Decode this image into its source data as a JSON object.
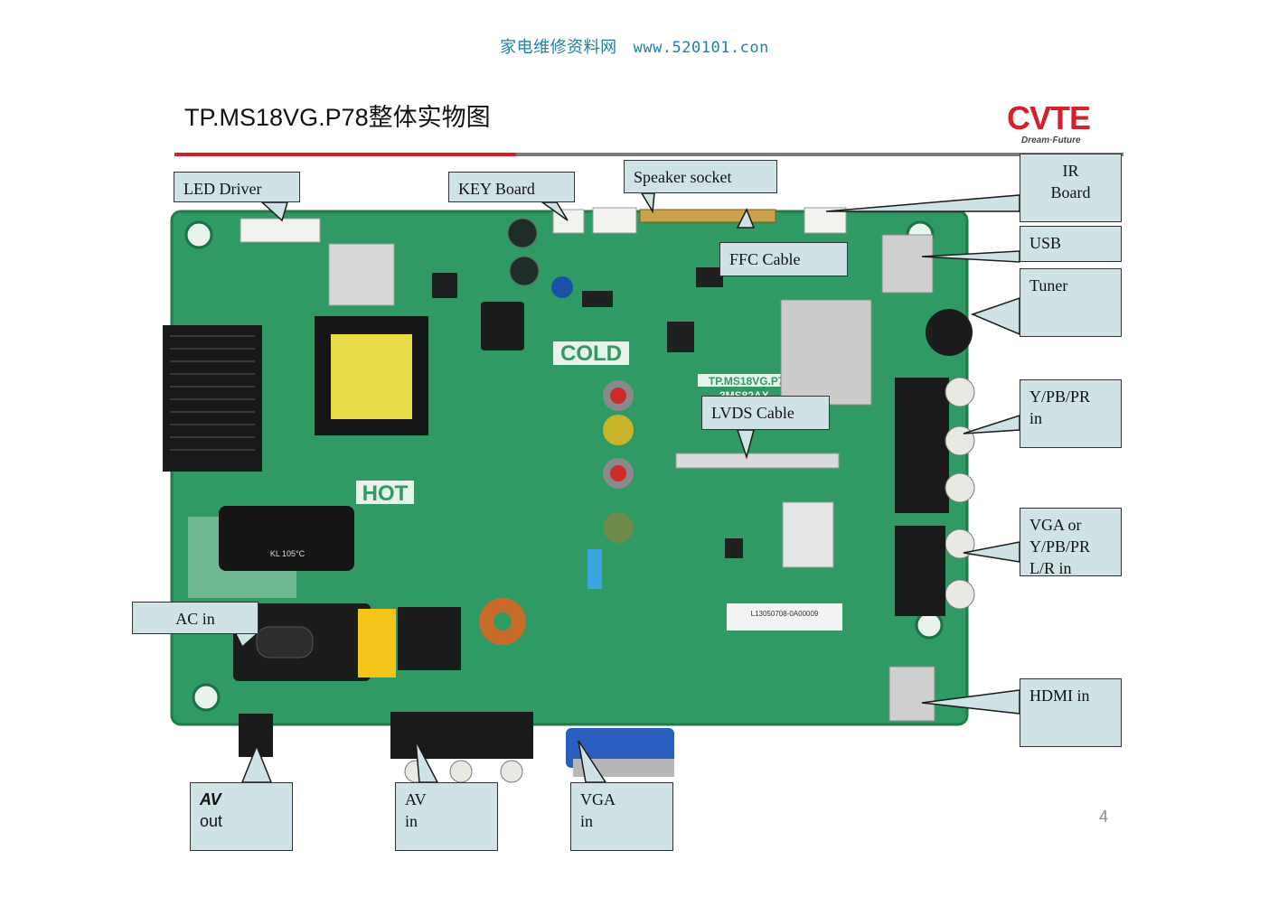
{
  "header": {
    "watermark_cn": "家电维修资料网",
    "watermark_url": "www.520101.con"
  },
  "title": "TP.MS18VG.P78整体实物图",
  "logo": {
    "mark": "CVTE",
    "tagline": "Dream·Future"
  },
  "board": {
    "silk_model": "TP.MS18VG.P78",
    "silk_sub": "3MS82AX",
    "cold_label": "COLD",
    "hot_label": "HOT",
    "sticker": "L13050708-0A00009",
    "capacitor_text": "KL 105°C"
  },
  "callouts": {
    "led_driver": "LED Driver",
    "key_board": "KEY Board",
    "speaker_socket": "Speaker socket",
    "ir_board": "IR\nBoard",
    "usb": "USB",
    "ffc_cable": "FFC Cable",
    "tuner": "Tuner",
    "lvds_cable": "LVDS Cable",
    "ypbpr_in": "Y/PB/PR\nin",
    "vga_or": "VGA or\nY/PB/PR\nL/R in",
    "hdmi_in": "HDMI in",
    "ac_in": "AC in",
    "av_out_1": "AV",
    "av_out_2": "out",
    "av_in": "AV\nin",
    "vga_in": "VGA\nin"
  },
  "page_number": "4",
  "colors": {
    "pcb": "#2f9a63",
    "callout_bg": "#cfe3e7",
    "accent_red": "#d31f25",
    "watermark": "#1f7fa5"
  }
}
